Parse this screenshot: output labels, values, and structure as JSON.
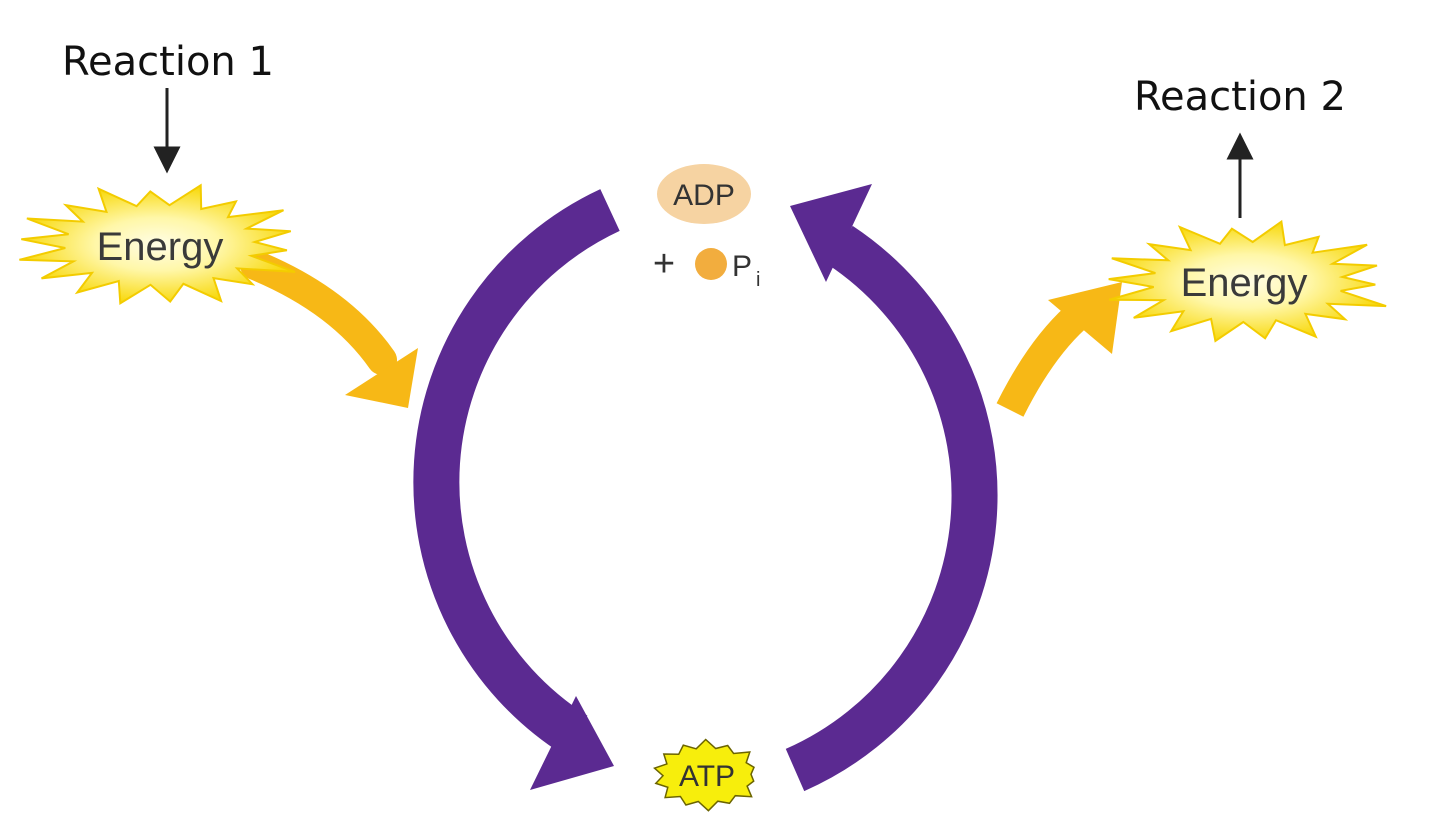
{
  "reaction_1": {
    "label": "Reaction 1"
  },
  "reaction_2": {
    "label": "Reaction 2"
  },
  "energy_left": {
    "label": "Energy"
  },
  "energy_right": {
    "label": "Energy"
  },
  "adp": {
    "label": "ADP"
  },
  "phosphate": {
    "plus": "+",
    "symbol": "P",
    "subscript": "i"
  },
  "atp": {
    "label": "ATP"
  },
  "colors": {
    "cycle_arrow": "#5b2a91",
    "energy_arrow": "#f7b816",
    "burst_outer": "#fbe31f",
    "burst_inner": "#fffbd0",
    "adp_fill": "#f6d3a2",
    "phosphate_fill": "#f2ad3e",
    "atp_fill": "#f7ee0c",
    "label_arrow": "#222222"
  }
}
